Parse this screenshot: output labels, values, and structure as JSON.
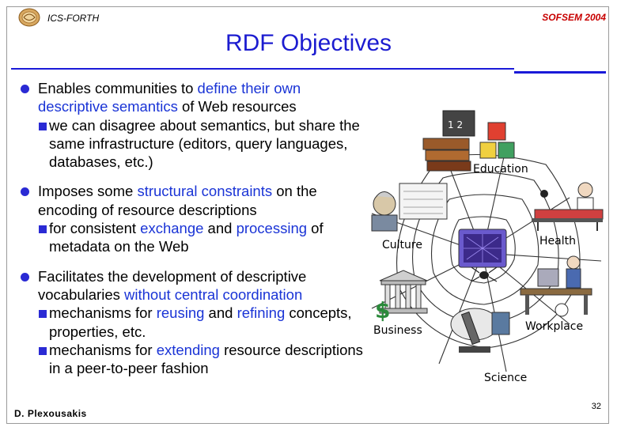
{
  "header": {
    "org": "ICS-FORTH",
    "conference": "SOFSEM 2004"
  },
  "title": "RDF Objectives",
  "bullets": [
    {
      "segments": [
        "Enables communities to ",
        "define their own descriptive semantics",
        " of Web resources"
      ],
      "subs": [
        {
          "segments": [
            "we can disagree about semantics, but share the same infrastructure (editors, query languages, databases, etc.)"
          ]
        }
      ]
    },
    {
      "segments": [
        "Imposes some ",
        "structural constraints",
        " on the encoding of resource descriptions"
      ],
      "subs": [
        {
          "segments": [
            "for consistent ",
            "exchange",
            " and ",
            "processing",
            " of metadata on the Web"
          ]
        }
      ]
    },
    {
      "segments": [
        "Facilitates the development of descriptive vocabularies ",
        "without central coordination"
      ],
      "subs": [
        {
          "segments": [
            "mechanisms for ",
            "reusing",
            " and ",
            "refining",
            " concepts, properties, etc."
          ]
        },
        {
          "segments": [
            "mechanisms for ",
            "extending",
            " resource descriptions in a peer-to-peer fashion"
          ]
        }
      ]
    }
  ],
  "web_labels": {
    "education": "Education",
    "health": "Health",
    "culture": "Culture",
    "business": "Business",
    "workplace": "Workplace",
    "science": "Science"
  },
  "footer": {
    "author": "D. Plexousakis",
    "page": "32"
  },
  "colors": {
    "title": "#1c1cd0",
    "highlight": "#1a34d6",
    "bullet": "#2a2ad4",
    "conference": "#c80000"
  }
}
